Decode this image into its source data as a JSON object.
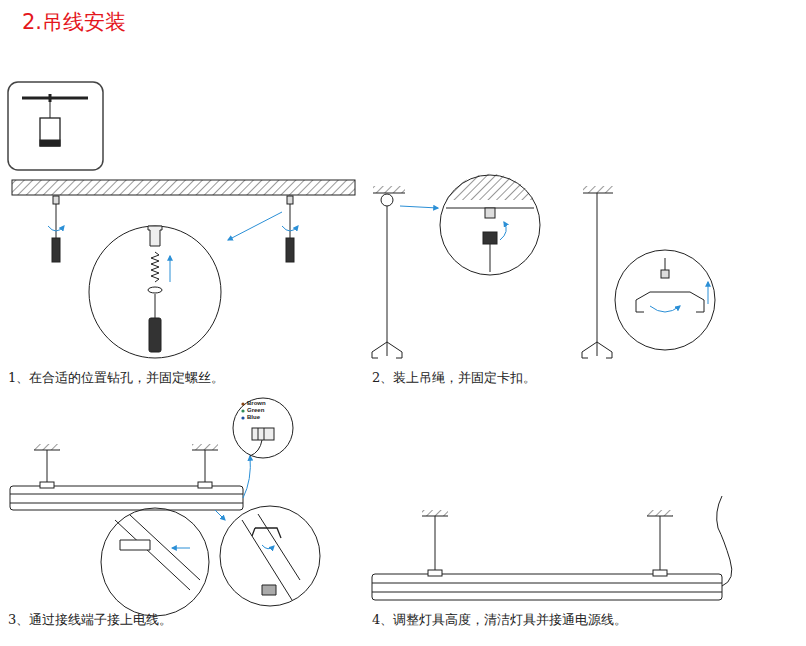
{
  "diagram": {
    "title": "2.吊线安装",
    "labels": [
      "1、在合适的位置钻孔，并固定螺丝。",
      "2、装上吊绳，并固定卡扣。",
      "3、通过接线端子接上电线。",
      "4、调整灯具高度，清洁灯具并接通电源线。",
      "Brown",
      "Green",
      "Blue"
    ]
  }
}
